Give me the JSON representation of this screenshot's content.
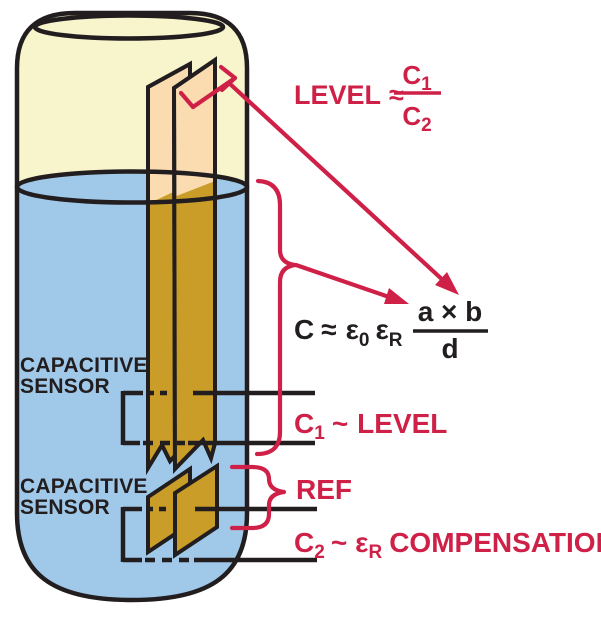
{
  "colors": {
    "red": "#CF2148",
    "black": "#221E1F",
    "liquid_blue": "#A0C8E8",
    "air_cream": "#F8F4CC",
    "plate_dry_peach": "#FADCB0",
    "plate_wet_gold": "#C99D28",
    "background": "#FFFFFF"
  },
  "labels": {
    "sensor1": {
      "line1": "CAPACITIVE",
      "line2": "SENSOR"
    },
    "sensor2": {
      "line1": "CAPACITIVE",
      "line2": "SENSOR"
    },
    "level_eq": {
      "lhs": "LEVEL",
      "approx": "≈",
      "num_base": "C",
      "num_sub": "1",
      "den_base": "C",
      "den_sub": "2"
    },
    "cap_eq": {
      "lhs": "C",
      "approx": "≈",
      "eps0_base": "ε",
      "eps0_sub": "0",
      "epsr_base": "ε",
      "epsr_sub": "R",
      "num": "a × b",
      "den": "d"
    },
    "c1": {
      "base": "C",
      "sub": "1",
      "tilde": "~",
      "word": "LEVEL"
    },
    "ref": "REF",
    "c2": {
      "base": "C",
      "sub": "2",
      "tilde": "~",
      "eps_base": "ε",
      "eps_sub": "R",
      "word": "COMPENSATION"
    }
  }
}
